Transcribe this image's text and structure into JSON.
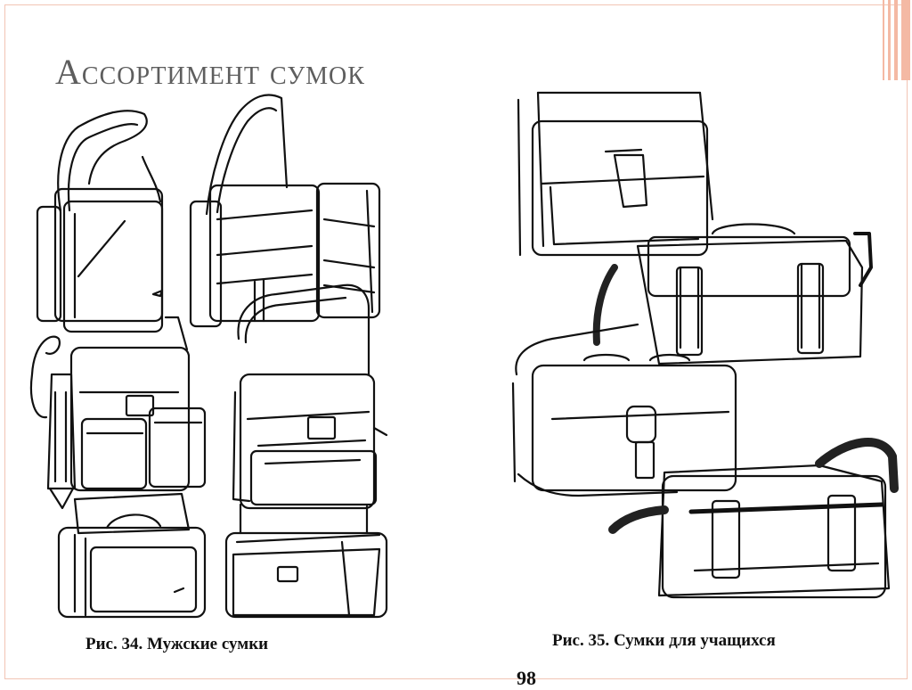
{
  "slide": {
    "title": "Ассортимент сумок",
    "page_number": "98",
    "accent_color": "#f4b9a4"
  },
  "figures": [
    {
      "caption": "Рис. 34. Мужские сумки"
    },
    {
      "caption": "Рис. 35. Сумки для учащихся"
    }
  ]
}
